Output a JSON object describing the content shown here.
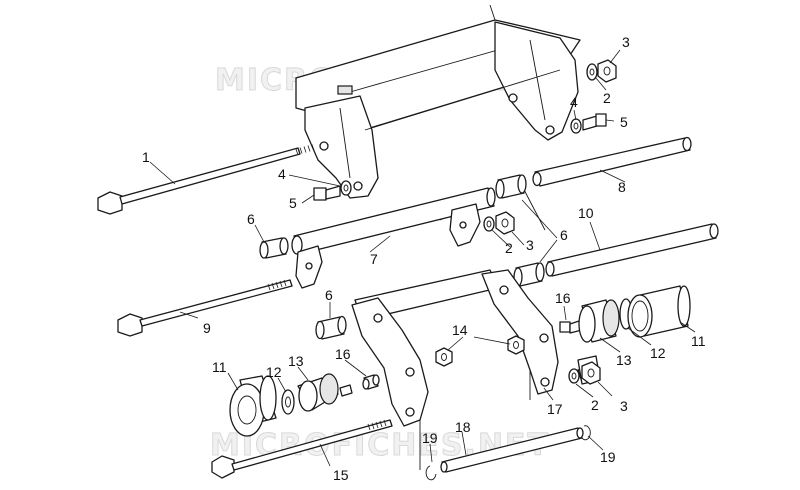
{
  "watermark": "MICROFICHES.NET",
  "callouts": {
    "c1": "1",
    "c2a": "2",
    "c2b": "2",
    "c2c": "2",
    "c3a": "3",
    "c3b": "3",
    "c3c": "3",
    "c4a": "4",
    "c4b": "4",
    "c5a": "5",
    "c5b": "5",
    "c6a": "6",
    "c6b": "6",
    "c6c": "6",
    "c7": "7",
    "c8": "8",
    "c9": "9",
    "c10": "10",
    "c11a": "11",
    "c11b": "11",
    "c12a": "12",
    "c12b": "12",
    "c13a": "13",
    "c13b": "13",
    "c14": "14",
    "c15": "15",
    "c16a": "16",
    "c16b": "16",
    "c17": "17",
    "c18": "18",
    "c19a": "19",
    "c19b": "19"
  }
}
